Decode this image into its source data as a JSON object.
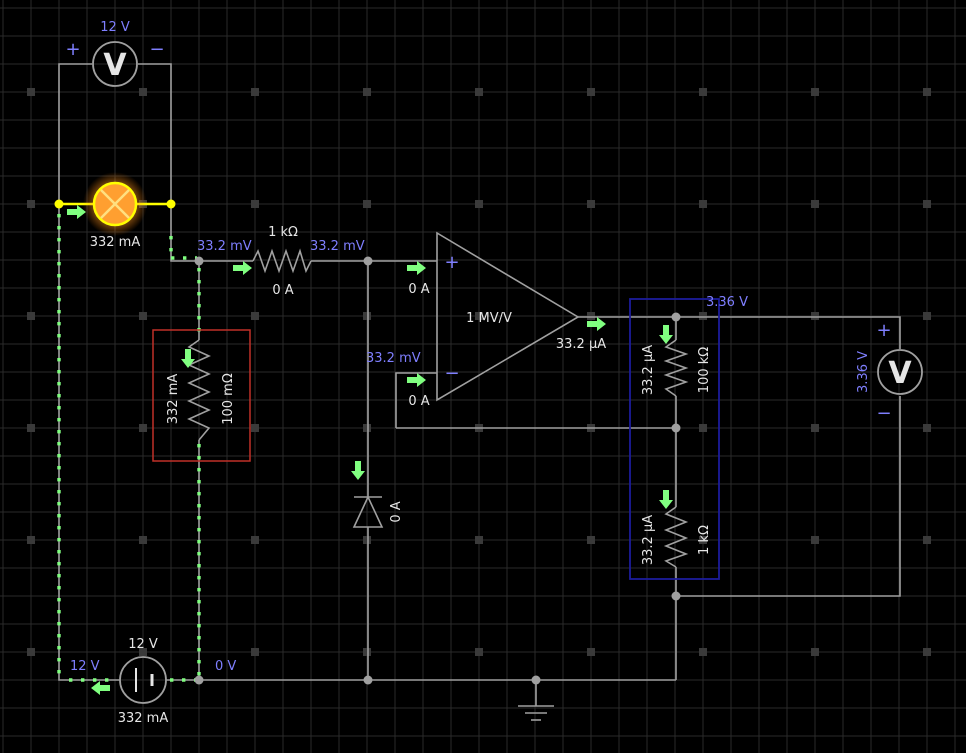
{
  "palette": {
    "background": "#000000",
    "grid": "#2a2a2a",
    "wire": "#a0a0a0",
    "current_dots": "#80ff80",
    "voltage_label": "#7f7fff",
    "text": "#e6e6e6",
    "lamp": "#ffff00",
    "highlight_red": "#c03028",
    "highlight_blue": "#1c1c9c"
  },
  "labels": {
    "vm_top_voltage": "12 V",
    "vm_top_plus": "+",
    "vm_top_minus": "−",
    "vm_symbol": "V",
    "lamp_current": "332 mA",
    "node_voltage_left": "33.2 mV",
    "r1k_value": "1 kΩ",
    "node_voltage_right": "33.2 mV",
    "r1k_current": "0 A",
    "opamp_plus_current": "0 A",
    "opamp_gain": "1 MV/V",
    "opamp_plus_sign": "+",
    "opamp_minus_sign": "−",
    "node_voltage_minus": "33.2 mV",
    "opamp_minus_current": "0 A",
    "opamp_out_current": "33.2 µA",
    "out_voltage": "3.36 V",
    "r100m_current": "332 mA",
    "r100m_value": "100 mΩ",
    "diode_current": "0 A",
    "r100k_current": "33.2 µA",
    "r100k_value": "100 kΩ",
    "r1k2_current": "33.2 µA",
    "r1k2_value": "1 kΩ",
    "vm_right_voltage": "3.36 V",
    "vm_right_plus": "+",
    "vm_right_minus": "−",
    "battery_voltage": "12 V",
    "battery_left_voltage": "12 V",
    "battery_right_voltage": "0 V",
    "battery_current": "332 mA"
  }
}
